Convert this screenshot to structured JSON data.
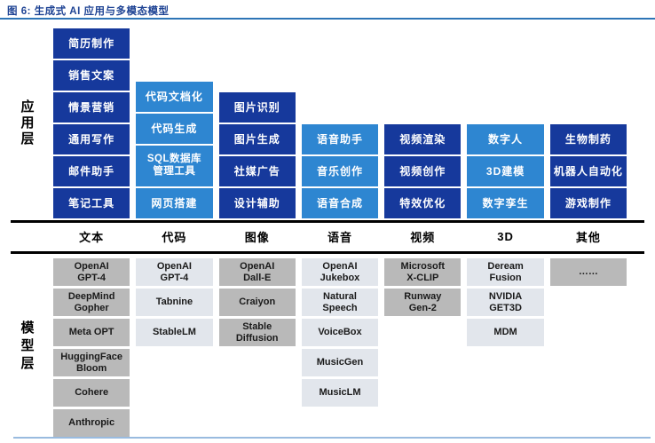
{
  "figure": {
    "title": "图 6:  生成式 AI 应用与多模态模型"
  },
  "colors": {
    "app_dark": "#16399C",
    "app_light": "#2E86D1",
    "model_mid": "#B9B9B9",
    "model_light": "#E2E6EC",
    "title_text": "#1E4394",
    "title_underline": "#2E75B6",
    "divider": "#000000",
    "bottom_rule": "#99BBDF"
  },
  "app_layer": {
    "side_label": "应用层",
    "columns": [
      {
        "category": "文本",
        "tone": "dark",
        "items": [
          "简历制作",
          "销售文案",
          "情景营销",
          "通用写作",
          "邮件助手",
          "笔记工具"
        ]
      },
      {
        "category": "代码",
        "tone": "light",
        "items": [
          "代码文档化",
          "代码生成",
          "SQL数据库\n管理工具",
          "网页搭建"
        ]
      },
      {
        "category": "图像",
        "tone": "dark",
        "items": [
          "图片识别",
          "图片生成",
          "社媒广告",
          "设计辅助"
        ]
      },
      {
        "category": "语音",
        "tone": "light",
        "items": [
          "语音助手",
          "音乐创作",
          "语音合成"
        ]
      },
      {
        "category": "视频",
        "tone": "dark",
        "items": [
          "视频渲染",
          "视频创作",
          "特效优化"
        ]
      },
      {
        "category": "3D",
        "tone": "light",
        "items": [
          "数字人",
          "3D建模",
          "数字孪生"
        ]
      },
      {
        "category": "其他",
        "tone": "dark",
        "items": [
          "生物制药",
          "机器人自动化",
          "游戏制作"
        ]
      }
    ]
  },
  "model_layer": {
    "side_label": "模型层",
    "columns": [
      {
        "tone": "mid",
        "items": [
          "OpenAI\nGPT-4",
          "DeepMind\nGopher",
          "Meta OPT",
          "HuggingFace\nBloom",
          "Cohere",
          "Anthropic"
        ]
      },
      {
        "tone": "light",
        "items": [
          "OpenAI\nGPT-4",
          "Tabnine",
          "StableLM"
        ]
      },
      {
        "tone": "mid",
        "items": [
          "OpenAI\nDall-E",
          "Craiyon",
          "Stable\nDiffusion"
        ]
      },
      {
        "tone": "light",
        "items": [
          "OpenAI\nJukebox",
          "Natural\nSpeech",
          "VoiceBox",
          "MusicGen",
          "MusicLM"
        ]
      },
      {
        "tone": "mid",
        "items": [
          "Microsoft\nX-CLIP",
          "Runway\nGen-2"
        ]
      },
      {
        "tone": "light",
        "items": [
          "Deream\nFusion",
          "NVIDIA\nGET3D",
          "MDM"
        ]
      },
      {
        "tone": "mid",
        "items": [
          "……"
        ]
      }
    ]
  }
}
